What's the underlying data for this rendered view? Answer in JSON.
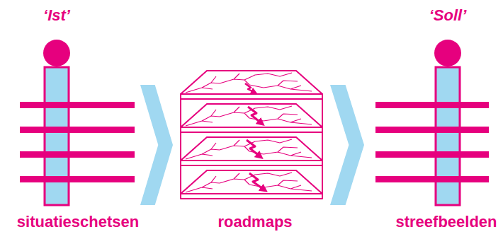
{
  "diagram": {
    "nodes": [
      {
        "text": [
          "‘Ist’",
          "situatieschetsen"
        ]
      },
      {
        "text": [
          "roadmaps"
        ]
      },
      {
        "text": [
          "‘Soll’",
          "streefbeelden"
        ]
      }
    ],
    "edges": [
      {
        "from": 0,
        "to": 1,
        "arrow": "to"
      },
      {
        "from": 1,
        "to": 2,
        "arrow": "to"
      }
    ]
  }
}
